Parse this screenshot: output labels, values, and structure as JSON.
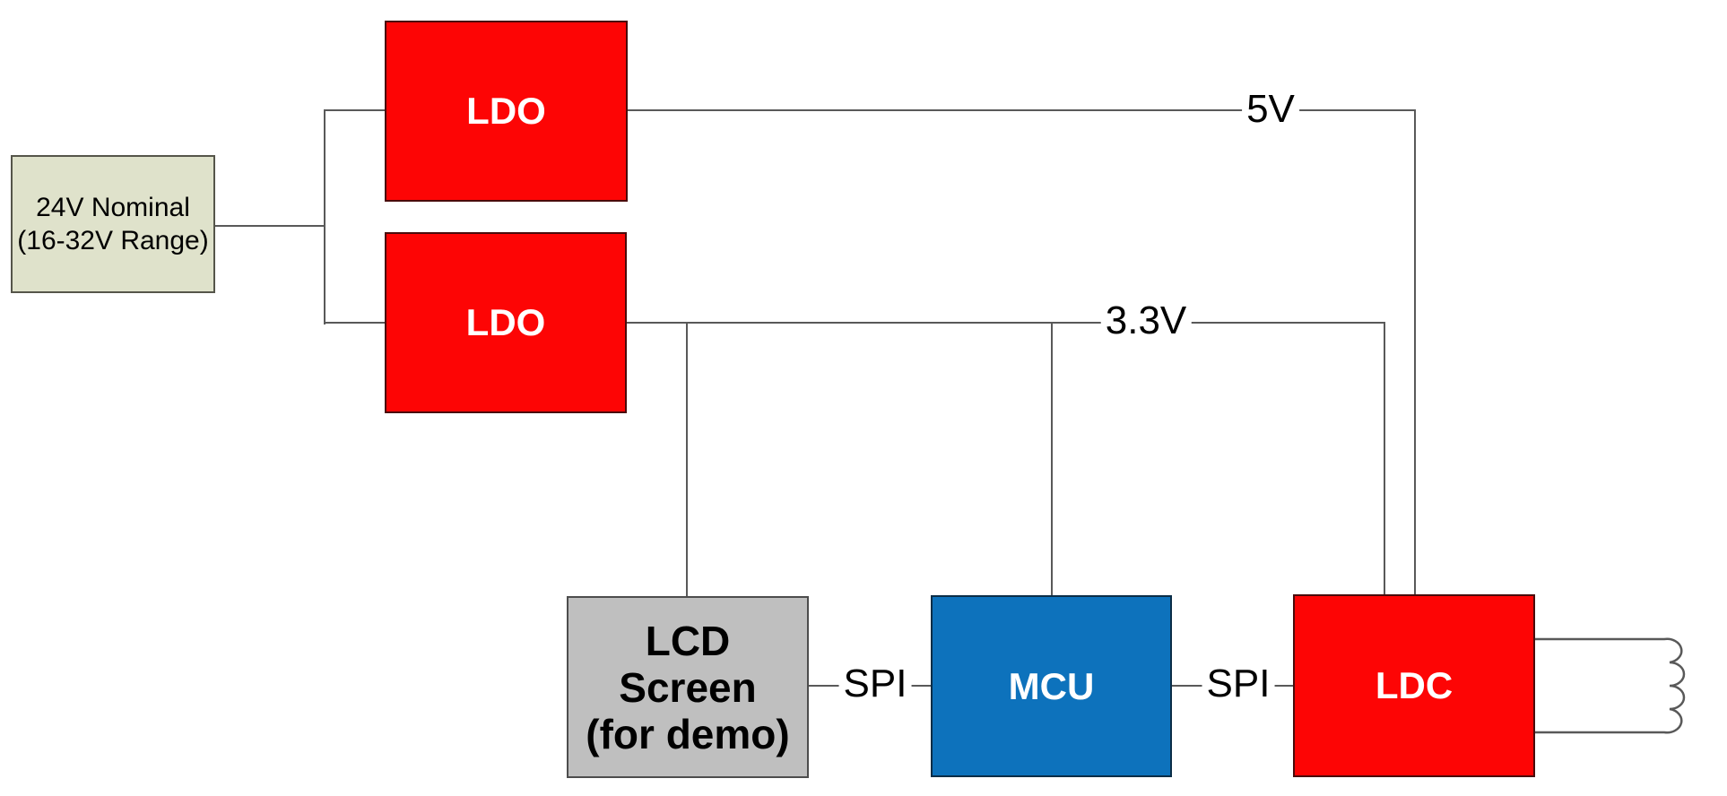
{
  "blocks": {
    "source": {
      "line1": "24V Nominal",
      "line2": "(16-32V Range)",
      "fill": "#dfe2cb"
    },
    "ldo_top": {
      "label": "LDO",
      "fill": "#fd0505"
    },
    "ldo_bottom": {
      "label": "LDO",
      "fill": "#fd0505"
    },
    "lcd": {
      "line1": "LCD",
      "line2": "Screen",
      "line3": "(for demo)",
      "fill": "#bfbfbf"
    },
    "mcu": {
      "label": "MCU",
      "fill": "#0d72bc"
    },
    "ldc": {
      "label": "LDC",
      "fill": "#fd0505"
    }
  },
  "nets": {
    "rail_5v": "5V",
    "rail_3v3": "3.3V",
    "spi_lcd_mcu": "SPI",
    "spi_mcu_ldc": "SPI"
  },
  "icons": {
    "coil": "inductor-coil"
  },
  "colors": {
    "block_red": "#fd0505",
    "block_blue": "#0d72bc",
    "block_gray": "#bfbfbf",
    "block_beige": "#dfe2cb",
    "wire": "#595959",
    "text_dark": "#000000",
    "text_light": "#ffffff",
    "background": "#ffffff"
  }
}
